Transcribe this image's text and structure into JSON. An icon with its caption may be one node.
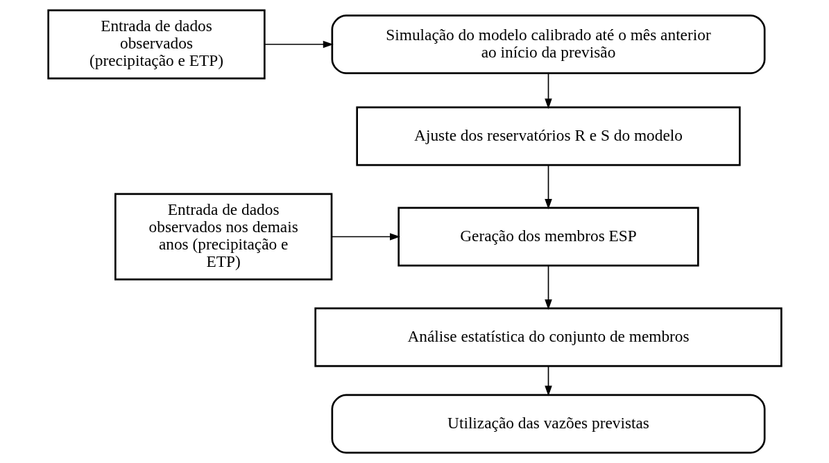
{
  "diagram": {
    "nodes": [
      {
        "text": [
          "Simulação do modelo calibrado até o mês anterior ao início da previsão"
        ]
      },
      {
        "text": [
          "Entrada de dados observados (precipitação e ETP)"
        ]
      },
      {
        "text": [
          "Ajuste dos reservatórios R e S do modelo"
        ]
      },
      {
        "text": [
          "Geração dos membros ESP"
        ]
      },
      {
        "text": [
          "Entrada de dados observados nos demais anos (precipitação e ETP)"
        ]
      },
      {
        "text": [
          "Análise estatística do conjunto de membros"
        ]
      },
      {
        "text": [
          "Utilização das vazões previstas"
        ]
      }
    ],
    "edges": [
      {
        "from": 1,
        "to": 0,
        "arrow": "to"
      },
      {
        "from": 0,
        "to": 2,
        "arrow": "to"
      },
      {
        "from": 2,
        "to": 3,
        "arrow": "to"
      },
      {
        "from": 4,
        "to": 3,
        "arrow": "to"
      },
      {
        "from": 3,
        "to": 5,
        "arrow": "to"
      },
      {
        "from": 5,
        "to": 6,
        "arrow": "to"
      }
    ]
  }
}
